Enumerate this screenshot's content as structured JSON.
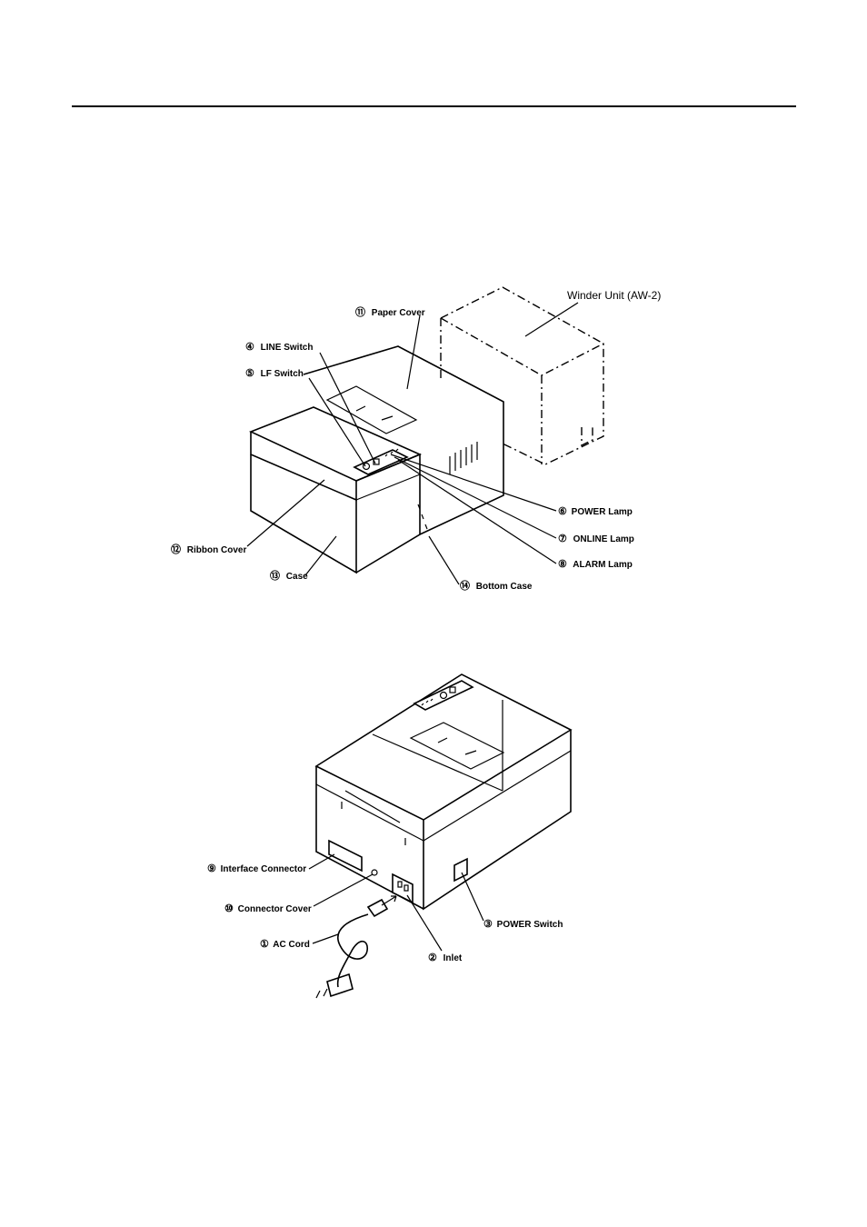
{
  "figure1": {
    "labels": {
      "paper_cover": {
        "num": "⑪",
        "text": "Paper Cover"
      },
      "winder_unit": {
        "text": "Winder Unit (AW-2)"
      },
      "line_switch": {
        "num": "④",
        "text": "LINE Switch"
      },
      "lf_switch": {
        "num": "⑤",
        "text": "LF Switch"
      },
      "power_lamp": {
        "num": "⑥",
        "text": "POWER Lamp"
      },
      "online_lamp": {
        "num": "⑦",
        "text": "ONLINE Lamp"
      },
      "alarm_lamp": {
        "num": "⑧",
        "text": "ALARM Lamp"
      },
      "ribbon_cover": {
        "num": "⑫",
        "text": "Ribbon Cover"
      },
      "case": {
        "num": "⑬",
        "text": "Case"
      },
      "bottom_case": {
        "num": "⑭",
        "text": "Bottom Case"
      }
    }
  },
  "figure2": {
    "labels": {
      "interface_connector": {
        "num": "⑨",
        "text": "Interface Connector"
      },
      "connector_cover": {
        "num": "⑩",
        "text": "Connector Cover"
      },
      "ac_cord": {
        "num": "①",
        "text": "AC Cord"
      },
      "inlet": {
        "num": "②",
        "text": "Inlet"
      },
      "power_switch": {
        "num": "③",
        "text": "POWER Switch"
      }
    }
  }
}
